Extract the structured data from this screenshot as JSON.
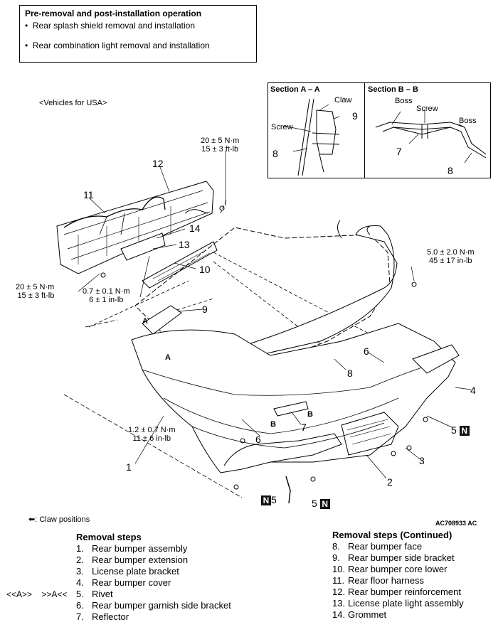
{
  "prereq": {
    "title": "Pre-removal and post-installation operation",
    "items": [
      "Rear splash shield removal and installation",
      "Rear combination light removal and installation"
    ]
  },
  "vehicle_label": "<Vehicles for USA>",
  "section_a": {
    "title": "Section A – A",
    "labels": {
      "claw": "Claw",
      "screw": "Screw",
      "n9": "9",
      "n8": "8"
    }
  },
  "section_b": {
    "title": "Section B – B",
    "labels": {
      "boss1": "Boss",
      "screw": "Screw",
      "boss2": "Boss",
      "n7": "7",
      "n8": "8"
    }
  },
  "torques": {
    "t1": {
      "line1": "20 ± 5 N·m",
      "line2": "15 ± 3 ft-lb"
    },
    "t2": {
      "line1": "20 ± 5 N·m",
      "line2": "15 ± 3 ft-lb"
    },
    "t3": {
      "line1": "0.7 ± 0.1 N·m",
      "line2": "6 ± 1 in-lb"
    },
    "t4": {
      "line1": "5.0 ± 2.0 N·m",
      "line2": "45 ± 17 in-lb"
    },
    "t5": {
      "line1": "1.2 ± 0.7 N·m",
      "line2": "11 ± 6 in-lb"
    }
  },
  "callouts": {
    "c12": "12",
    "c11": "11",
    "c14": "14",
    "c13": "13",
    "c10": "10",
    "c9": "9",
    "cA1": "A",
    "cA2": "A",
    "c8": "8",
    "c6a": "6",
    "c6b": "6",
    "c4": "4",
    "c5a": "5",
    "c5b": "5",
    "c5c": "5",
    "cB1": "B",
    "cB2": "B",
    "c7": "7",
    "c3": "3",
    "c2": "2",
    "c1": "1",
    "nTag": "N"
  },
  "claw_legend": ": Claw positions",
  "figure_code": "AC708933 AC",
  "removal_steps": {
    "title": "Removal steps",
    "items": [
      {
        "num": "1.",
        "text": "Rear bumper assembly"
      },
      {
        "num": "2.",
        "text": "Rear bumper extension"
      },
      {
        "num": "3.",
        "text": "License plate bracket"
      },
      {
        "num": "4.",
        "text": "Rear bumper cover"
      },
      {
        "num": "5.",
        "text": "Rivet",
        "note": "<<A>>    >>A<<"
      },
      {
        "num": "6.",
        "text": "Rear bumper garnish side bracket"
      },
      {
        "num": "7.",
        "text": "Reflector"
      }
    ]
  },
  "removal_steps_cont": {
    "title": "Removal steps (Continued)",
    "items": [
      {
        "num": "8.",
        "text": "Rear bumper face"
      },
      {
        "num": "9.",
        "text": "Rear bumper side bracket"
      },
      {
        "num": "10.",
        "text": "Rear bumper core lower"
      },
      {
        "num": "11.",
        "text": "Rear floor harness"
      },
      {
        "num": "12.",
        "text": "Rear bumper reinforcement"
      },
      {
        "num": "13.",
        "text": "License plate light assembly"
      },
      {
        "num": "14.",
        "text": "Grommet"
      }
    ]
  }
}
